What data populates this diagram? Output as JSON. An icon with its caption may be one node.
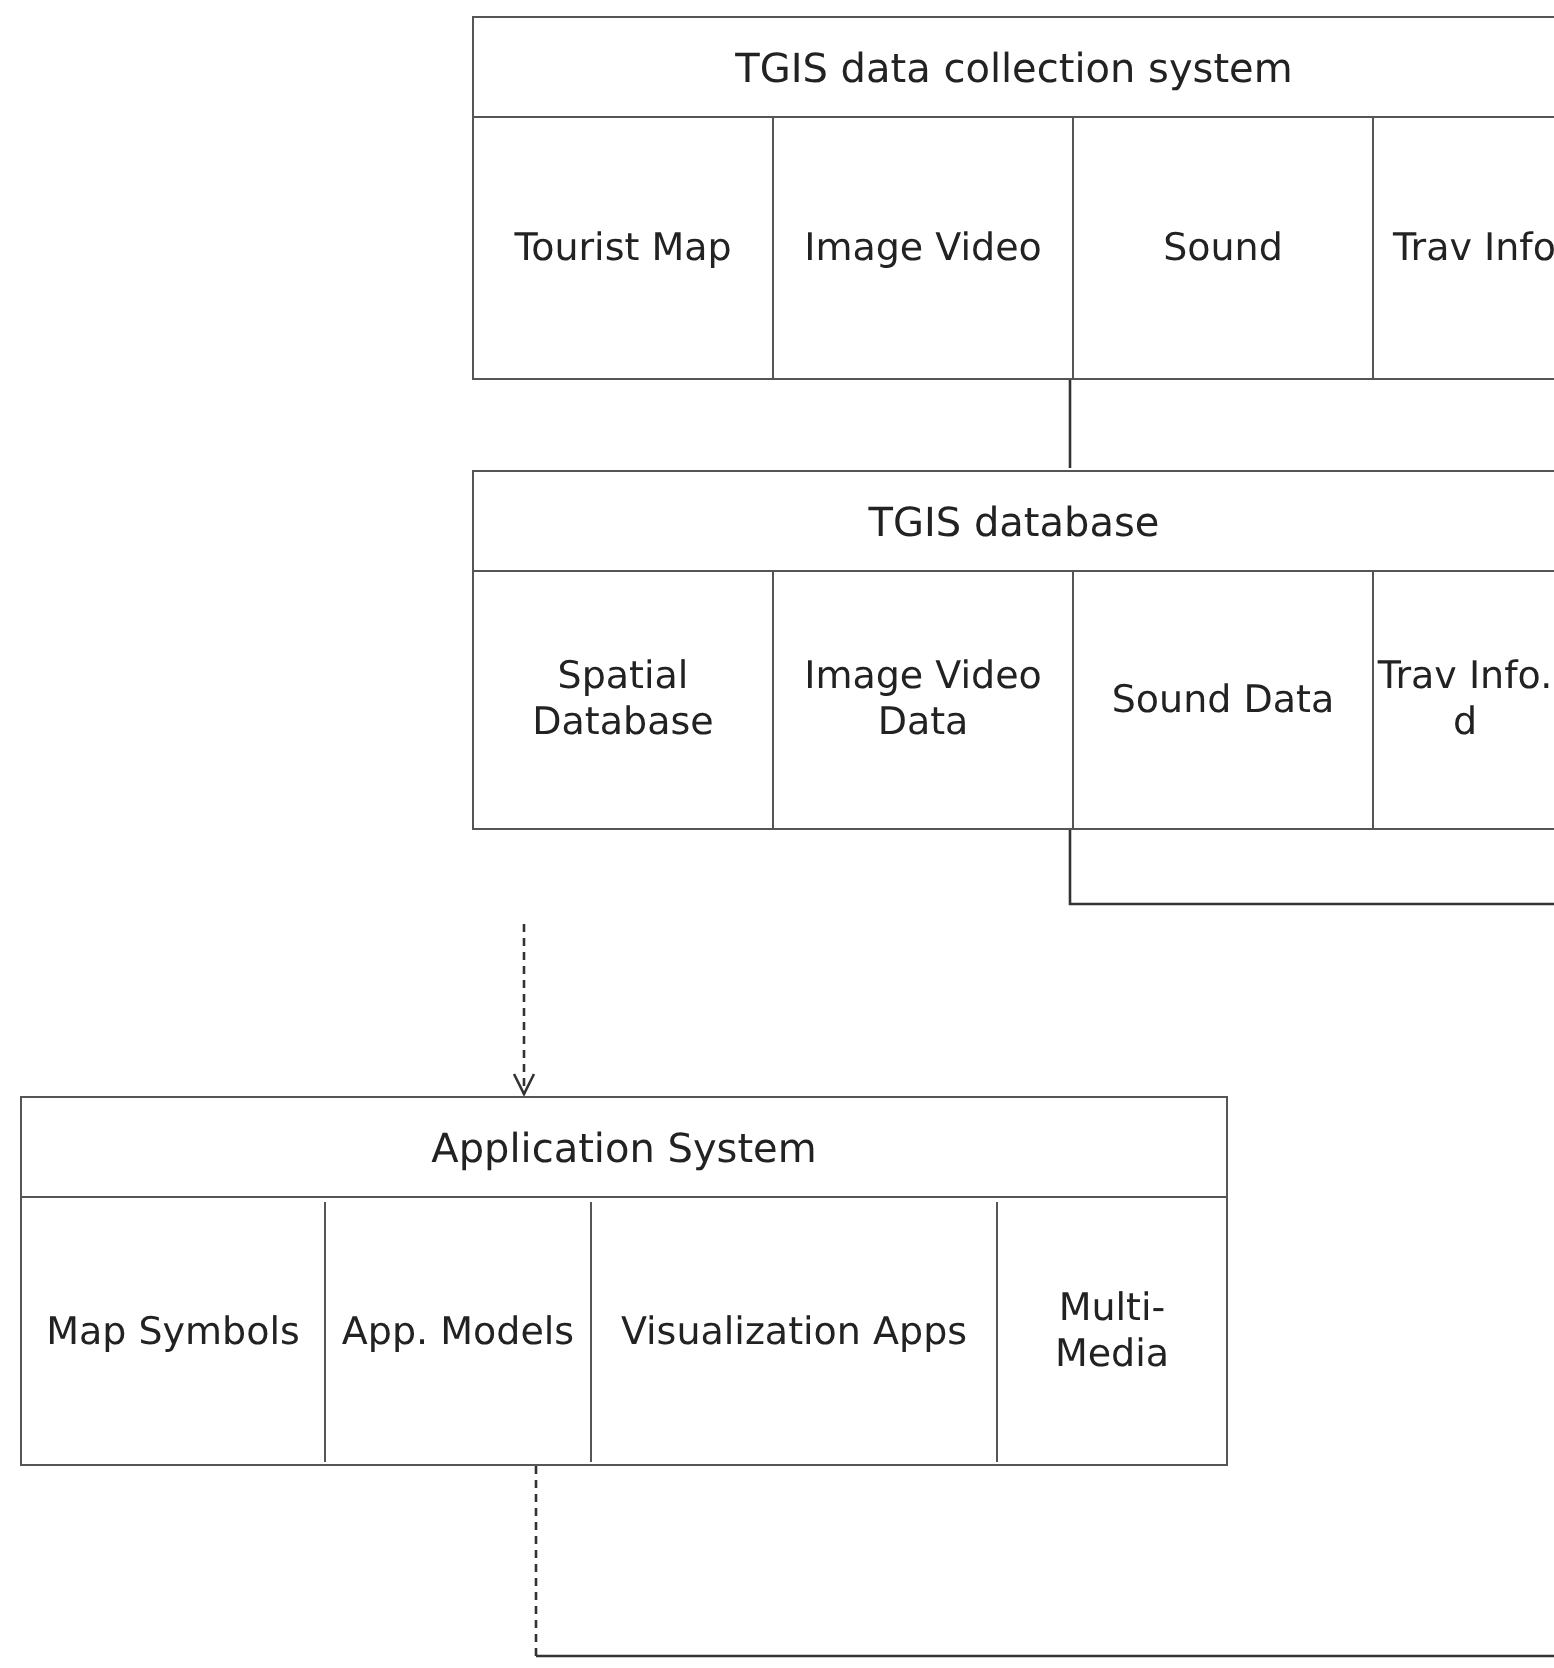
{
  "diagram": {
    "nodes": [
      {
        "text": [
          "TGIS data collection system"
        ]
      },
      {
        "text": [
          "Tourist Map"
        ],
        "in": 0
      },
      {
        "text": [
          "Image Video"
        ],
        "in": 0
      },
      {
        "text": [
          "Sound"
        ],
        "in": 0
      },
      {
        "text": [
          "Trav Info"
        ],
        "in": 0
      },
      {
        "text": [
          "TGIS database"
        ]
      },
      {
        "text": [
          "Spatial Database"
        ],
        "in": 5
      },
      {
        "text": [
          "Image Video Data"
        ],
        "in": 5
      },
      {
        "text": [
          "Sound Data"
        ],
        "in": 5
      },
      {
        "text": [
          "Trav Info. d"
        ],
        "in": 5
      },
      {
        "text": [
          "Application System"
        ]
      },
      {
        "text": [
          "Map Symbols"
        ],
        "in": 10
      },
      {
        "text": [
          "App. Models"
        ],
        "in": 10
      },
      {
        "text": [
          "Visualization Apps"
        ],
        "in": 10
      },
      {
        "text": [
          "Multi- Media"
        ],
        "in": 10
      }
    ],
    "edges": [
      {
        "from": 0,
        "to": 5,
        "arrow": "none"
      },
      {
        "from": 5,
        "to": null,
        "arrow": "none"
      },
      {
        "from": null,
        "to": 10,
        "arrow": "to",
        "style": "dashed"
      },
      {
        "from": 10,
        "to": null,
        "arrow": "none",
        "style": "dashed"
      }
    ]
  }
}
